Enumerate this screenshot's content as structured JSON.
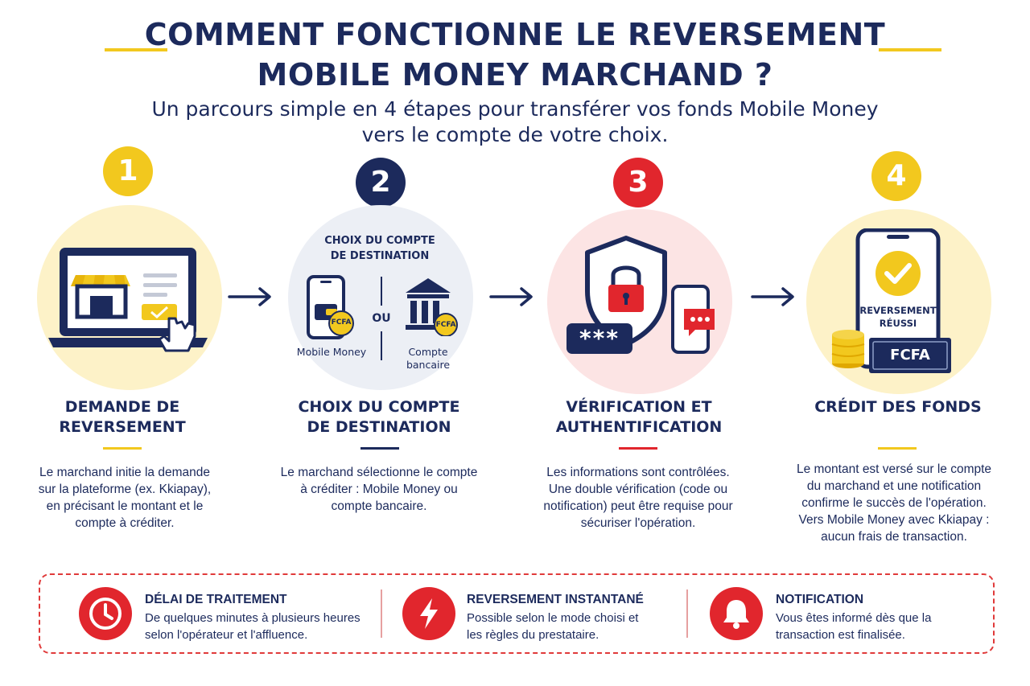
{
  "header": {
    "title_line1": "COMMENT FONCTIONNE LE REVERSEMENT",
    "title_line2": "MOBILE MONEY MARCHAND ?",
    "subtitle_line1": "Un parcours simple en 4 étapes pour transférer vos fonds Mobile Money",
    "subtitle_line2": "vers le compte de votre choix."
  },
  "colors": {
    "navy": "#1c2a5c",
    "yellow": "#f2c81e",
    "red": "#e1262d",
    "light_yellow": "#fdf2c8",
    "light_gray": "#eceff5",
    "light_red": "#fce4e4"
  },
  "steps": [
    {
      "number": "1",
      "title_line1": "DEMANDE DE",
      "title_line2": "REVERSEMENT",
      "desc": [
        "Le marchand initie la demande",
        "sur la plateforme (ex. Kkiapay),",
        "en précisant le montant et le",
        "compte à créditer."
      ]
    },
    {
      "number": "2",
      "title_line1": "CHOIX DU COMPTE",
      "title_line2": "DE DESTINATION",
      "desc": [
        "Le marchand sélectionne le compte",
        "à créditer : Mobile Money ou",
        "compte bancaire."
      ],
      "illustration": {
        "heading_line1": "CHOIX DU COMPTE",
        "heading_line2": "DE DESTINATION",
        "option_left": "Mobile Money",
        "option_right_line1": "Compte",
        "option_right_line2": "bancaire",
        "separator": "OU",
        "currency": "FCFA"
      }
    },
    {
      "number": "3",
      "title_line1": "VÉRIFICATION ET",
      "title_line2": "AUTHENTIFICATION",
      "desc": [
        "Les informations sont contrôlées.",
        "Une double vérification (code ou",
        "notification) peut être requise pour",
        "sécuriser l'opération."
      ],
      "illustration": {
        "code": "***"
      }
    },
    {
      "number": "4",
      "title_line1": "CRÉDIT DES FONDS",
      "title_line2": "",
      "desc": [
        "Le montant est versé sur le compte",
        "du marchand et une notification",
        "confirme le succès de l'opération.",
        "Vers Mobile Money avec Kkiapay :",
        "aucun frais de transaction."
      ],
      "illustration": {
        "status_line1": "REVERSEMENT",
        "status_line2": "RÉUSSI",
        "currency": "FCFA"
      }
    }
  ],
  "info": [
    {
      "icon": "clock-icon",
      "title": "DÉLAI DE TRAITEMENT",
      "text_line1": "De quelques minutes à plusieurs heures",
      "text_line2": "selon l'opérateur et l'affluence."
    },
    {
      "icon": "lightning-icon",
      "title": "REVERSEMENT INSTANTANÉ",
      "text_line1": "Possible selon le mode choisi et",
      "text_line2": "les règles du prestataire."
    },
    {
      "icon": "bell-icon",
      "title": "NOTIFICATION",
      "text_line1": "Vous êtes informé dès que la",
      "text_line2": "transaction est finalisée."
    }
  ]
}
